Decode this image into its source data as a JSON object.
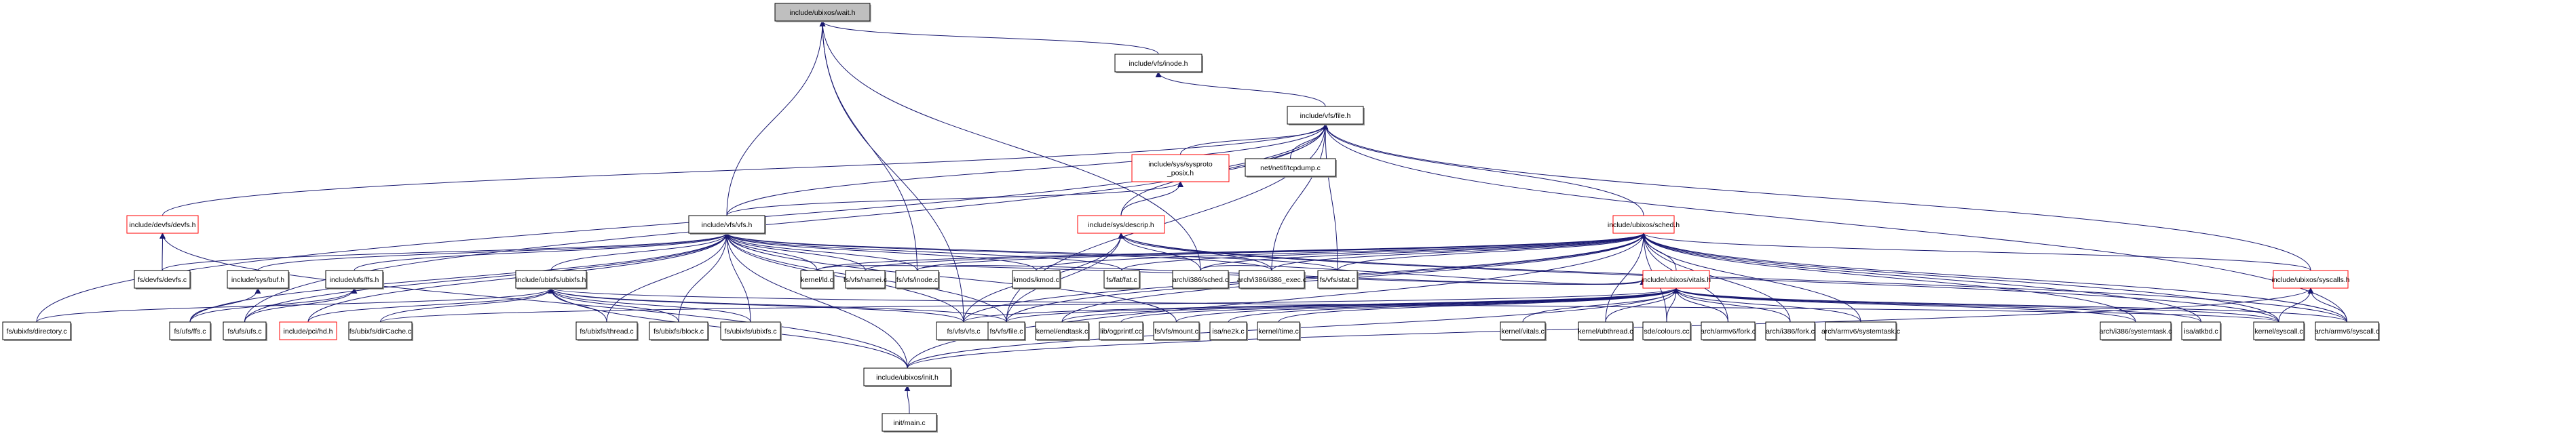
{
  "diagram": {
    "title": "Include dependency graph for include/ubixos/wait.h",
    "edge_color": "#191970",
    "root_fill": "#bfbfbf",
    "truncated_node_border": "#ff0000",
    "nodes": [
      {
        "id": "wait_h",
        "label": "include/ubixos/wait.h",
        "kind": "root"
      },
      {
        "id": "inode_h",
        "label": "include/vfs/inode.h",
        "kind": "normal"
      },
      {
        "id": "file_h",
        "label": "include/vfs/file.h",
        "kind": "normal"
      },
      {
        "id": "sysproto_h",
        "label": "include/sys/sysproto\n_posix.h",
        "kind": "truncated"
      },
      {
        "id": "tcpdump_c",
        "label": "net/netif/tcpdump.c",
        "kind": "normal"
      },
      {
        "id": "devfs_h",
        "label": "include/devfs/devfs.h",
        "kind": "truncated"
      },
      {
        "id": "vfs_h",
        "label": "include/vfs/vfs.h",
        "kind": "normal"
      },
      {
        "id": "descrip_h",
        "label": "include/sys/descrip.h",
        "kind": "truncated"
      },
      {
        "id": "sched_h",
        "label": "include/ubixos/sched.h",
        "kind": "truncated"
      },
      {
        "id": "devfs_c",
        "label": "fs/devfs/devfs.c",
        "kind": "normal"
      },
      {
        "id": "buf_h",
        "label": "include/sys/buf.h",
        "kind": "normal"
      },
      {
        "id": "ffs_h",
        "label": "include/ufs/ffs.h",
        "kind": "normal"
      },
      {
        "id": "ubixfs_h",
        "label": "include/ubixfs/ubixfs.h",
        "kind": "normal"
      },
      {
        "id": "ld_c",
        "label": "kernel/ld.c",
        "kind": "normal"
      },
      {
        "id": "namei_c",
        "label": "fs/vfs/namei.c",
        "kind": "normal"
      },
      {
        "id": "inode_c",
        "label": "fs/vfs/inode.c",
        "kind": "normal"
      },
      {
        "id": "kmod_c",
        "label": "kmods/kmod.c",
        "kind": "normal"
      },
      {
        "id": "fat_c",
        "label": "fs/fat/fat.c",
        "kind": "normal"
      },
      {
        "id": "i386sched_c",
        "label": "arch/i386/sched.c",
        "kind": "normal"
      },
      {
        "id": "i386exec_c",
        "label": "arch/i386/i386_exec.c",
        "kind": "normal"
      },
      {
        "id": "stat_c",
        "label": "fs/vfs/stat.c",
        "kind": "normal"
      },
      {
        "id": "vitals_h",
        "label": "include/ubixos/vitals.h",
        "kind": "truncated"
      },
      {
        "id": "syscalls_h",
        "label": "include/ubixos/syscalls.h",
        "kind": "truncated"
      },
      {
        "id": "directory_c",
        "label": "fs/ubixfs/directory.c",
        "kind": "normal"
      },
      {
        "id": "ffs_c",
        "label": "fs/ufs/ffs.c",
        "kind": "normal"
      },
      {
        "id": "ufs_c",
        "label": "fs/ufs/ufs.c",
        "kind": "normal"
      },
      {
        "id": "hd_h",
        "label": "include/pci/hd.h",
        "kind": "truncated"
      },
      {
        "id": "dircache_c",
        "label": "fs/ubixfs/dirCache.c",
        "kind": "normal"
      },
      {
        "id": "thread_c",
        "label": "fs/ubixfs/thread.c",
        "kind": "normal"
      },
      {
        "id": "block_c",
        "label": "fs/ubixfs/block.c",
        "kind": "normal"
      },
      {
        "id": "ubixfs_c",
        "label": "fs/ubixfs/ubixfs.c",
        "kind": "normal"
      },
      {
        "id": "vfs_c",
        "label": "fs/vfs/vfs.c",
        "kind": "normal"
      },
      {
        "id": "file_c",
        "label": "fs/vfs/file.c",
        "kind": "normal"
      },
      {
        "id": "endtask_c",
        "label": "kernel/endtask.c",
        "kind": "normal"
      },
      {
        "id": "ogprintf_cc",
        "label": "lib/ogprintf.cc",
        "kind": "normal"
      },
      {
        "id": "mount_c",
        "label": "fs/vfs/mount.c",
        "kind": "normal"
      },
      {
        "id": "ne2k_c",
        "label": "isa/ne2k.c",
        "kind": "normal"
      },
      {
        "id": "time_c",
        "label": "kernel/time.c",
        "kind": "normal"
      },
      {
        "id": "kvitals_c",
        "label": "kernel/vitals.c",
        "kind": "normal"
      },
      {
        "id": "ubthread_c",
        "label": "kernel/ubthread.c",
        "kind": "normal"
      },
      {
        "id": "colours_cc",
        "label": "sde/colours.cc",
        "kind": "normal"
      },
      {
        "id": "armfork_c",
        "label": "arch/armv6/fork.c",
        "kind": "normal"
      },
      {
        "id": "i386fork_c",
        "label": "arch/i386/fork.c",
        "kind": "normal"
      },
      {
        "id": "armsystask_c",
        "label": "arch/armv6/systemtask.c",
        "kind": "normal"
      },
      {
        "id": "i386systask_c",
        "label": "arch/i386/systemtask.c",
        "kind": "normal"
      },
      {
        "id": "atkbd_c",
        "label": "isa/atkbd.c",
        "kind": "normal"
      },
      {
        "id": "ksyscall_c",
        "label": "kernel/syscall.c",
        "kind": "normal"
      },
      {
        "id": "armsyscall_c",
        "label": "arch/armv6/syscall.c",
        "kind": "normal"
      },
      {
        "id": "init_h",
        "label": "include/ubixos/init.h",
        "kind": "normal"
      },
      {
        "id": "main_c",
        "label": "init/main.c",
        "kind": "normal"
      }
    ],
    "edges": [
      [
        "inode_h",
        "wait_h"
      ],
      [
        "file_h",
        "inode_h"
      ],
      [
        "vfs_h",
        "wait_h"
      ],
      [
        "inode_c",
        "wait_h"
      ],
      [
        "vfs_c",
        "wait_h"
      ],
      [
        "i386sched_c",
        "wait_h"
      ],
      [
        "sysproto_h",
        "file_h"
      ],
      [
        "tcpdump_c",
        "file_h"
      ],
      [
        "devfs_h",
        "file_h"
      ],
      [
        "vfs_h",
        "file_h"
      ],
      [
        "descrip_h",
        "file_h"
      ],
      [
        "sched_h",
        "file_h"
      ],
      [
        "syscalls_h",
        "file_h"
      ],
      [
        "directory_c",
        "file_h"
      ],
      [
        "ufs_c",
        "file_h"
      ],
      [
        "i386exec_c",
        "file_h"
      ],
      [
        "stat_c",
        "file_h"
      ],
      [
        "file_c",
        "file_h"
      ],
      [
        "armsyscall_c",
        "file_h"
      ],
      [
        "vfs_h",
        "sysproto_h"
      ],
      [
        "descrip_h",
        "sysproto_h"
      ],
      [
        "devfs_c",
        "devfs_h"
      ],
      [
        "init_h",
        "devfs_h"
      ],
      [
        "devfs_c",
        "vfs_h"
      ],
      [
        "buf_h",
        "vfs_h"
      ],
      [
        "ffs_h",
        "vfs_h"
      ],
      [
        "ubixfs_h",
        "vfs_h"
      ],
      [
        "ld_c",
        "vfs_h"
      ],
      [
        "namei_c",
        "vfs_h"
      ],
      [
        "inode_c",
        "vfs_h"
      ],
      [
        "kmod_c",
        "vfs_h"
      ],
      [
        "fat_c",
        "vfs_h"
      ],
      [
        "i386exec_c",
        "vfs_h"
      ],
      [
        "stat_c",
        "vfs_h"
      ],
      [
        "ffs_c",
        "vfs_h"
      ],
      [
        "ufs_c",
        "vfs_h"
      ],
      [
        "hd_h",
        "vfs_h"
      ],
      [
        "thread_c",
        "vfs_h"
      ],
      [
        "block_c",
        "vfs_h"
      ],
      [
        "ubixfs_c",
        "vfs_h"
      ],
      [
        "vfs_c",
        "vfs_h"
      ],
      [
        "file_c",
        "vfs_h"
      ],
      [
        "mount_c",
        "vfs_h"
      ],
      [
        "init_h",
        "vfs_h"
      ],
      [
        "ffs_c",
        "buf_h"
      ],
      [
        "ffs_c",
        "ffs_h"
      ],
      [
        "ufs_c",
        "ffs_h"
      ],
      [
        "directory_c",
        "ubixfs_h"
      ],
      [
        "hd_h",
        "ubixfs_h"
      ],
      [
        "dircache_c",
        "ubixfs_h"
      ],
      [
        "thread_c",
        "ubixfs_h"
      ],
      [
        "block_c",
        "ubixfs_h"
      ],
      [
        "ubixfs_c",
        "ubixfs_h"
      ],
      [
        "init_h",
        "ubixfs_h"
      ],
      [
        "vfs_c",
        "ubixfs_h"
      ],
      [
        "file_c",
        "ubixfs_h"
      ],
      [
        "ksyscall_c",
        "ubixfs_h"
      ],
      [
        "i386sched_c",
        "descrip_h"
      ],
      [
        "i386exec_c",
        "descrip_h"
      ],
      [
        "vfs_c",
        "descrip_h"
      ],
      [
        "file_c",
        "descrip_h"
      ],
      [
        "ksyscall_c",
        "descrip_h"
      ],
      [
        "armsyscall_c",
        "descrip_h"
      ],
      [
        "vitals_h",
        "sched_h"
      ],
      [
        "syscalls_h",
        "sched_h"
      ],
      [
        "ld_c",
        "sched_h"
      ],
      [
        "namei_c",
        "sched_h"
      ],
      [
        "inode_c",
        "sched_h"
      ],
      [
        "kmod_c",
        "sched_h"
      ],
      [
        "fat_c",
        "sched_h"
      ],
      [
        "i386sched_c",
        "sched_h"
      ],
      [
        "i386exec_c",
        "sched_h"
      ],
      [
        "stat_c",
        "sched_h"
      ],
      [
        "vfs_c",
        "sched_h"
      ],
      [
        "file_c",
        "sched_h"
      ],
      [
        "endtask_c",
        "sched_h"
      ],
      [
        "ubthread_c",
        "sched_h"
      ],
      [
        "armfork_c",
        "sched_h"
      ],
      [
        "i386fork_c",
        "sched_h"
      ],
      [
        "armsystask_c",
        "sched_h"
      ],
      [
        "i386systask_c",
        "sched_h"
      ],
      [
        "atkbd_c",
        "sched_h"
      ],
      [
        "ksyscall_c",
        "sched_h"
      ],
      [
        "armsyscall_c",
        "sched_h"
      ],
      [
        "colours_cc",
        "sched_h"
      ],
      [
        "init_h",
        "sched_h"
      ],
      [
        "ld_c",
        "vitals_h"
      ],
      [
        "inode_c",
        "vitals_h"
      ],
      [
        "i386sched_c",
        "vitals_h"
      ],
      [
        "vfs_c",
        "vitals_h"
      ],
      [
        "file_c",
        "vitals_h"
      ],
      [
        "endtask_c",
        "vitals_h"
      ],
      [
        "ogprintf_cc",
        "vitals_h"
      ],
      [
        "mount_c",
        "vitals_h"
      ],
      [
        "ne2k_c",
        "vitals_h"
      ],
      [
        "time_c",
        "vitals_h"
      ],
      [
        "kvitals_c",
        "vitals_h"
      ],
      [
        "ubthread_c",
        "vitals_h"
      ],
      [
        "colours_cc",
        "vitals_h"
      ],
      [
        "armfork_c",
        "vitals_h"
      ],
      [
        "i386fork_c",
        "vitals_h"
      ],
      [
        "armsystask_c",
        "vitals_h"
      ],
      [
        "i386systask_c",
        "vitals_h"
      ],
      [
        "atkbd_c",
        "vitals_h"
      ],
      [
        "ksyscall_c",
        "vitals_h"
      ],
      [
        "armsyscall_c",
        "vitals_h"
      ],
      [
        "init_h",
        "vitals_h"
      ],
      [
        "dircache_c",
        "vitals_h"
      ],
      [
        "ksyscall_c",
        "syscalls_h"
      ],
      [
        "armsyscall_c",
        "syscalls_h"
      ],
      [
        "init_h",
        "syscalls_h"
      ],
      [
        "main_c",
        "init_h"
      ]
    ]
  }
}
